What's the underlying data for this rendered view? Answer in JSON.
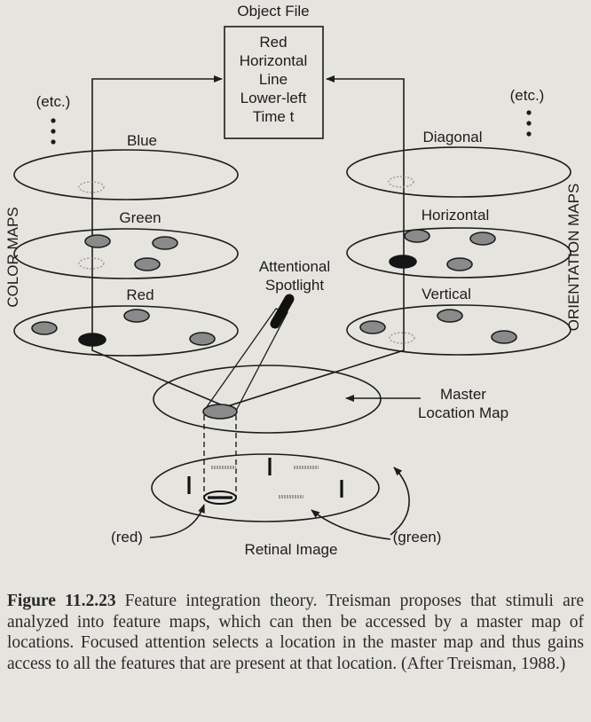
{
  "object_file": {
    "title": "Object File",
    "lines": [
      "Red",
      "Horizontal",
      "Line",
      "Lower-left",
      "Time t"
    ]
  },
  "color_maps": {
    "side_label": "COLOR MAPS",
    "etc": "(etc.)",
    "maps": [
      "Blue",
      "Green",
      "Red"
    ]
  },
  "orientation_maps": {
    "side_label": "ORIENTATION MAPS",
    "etc": "(etc.)",
    "maps": [
      "Diagonal",
      "Horizontal",
      "Vertical"
    ]
  },
  "attentional_spotlight": [
    "Attentional",
    "Spotlight"
  ],
  "master_location_map": [
    "Master",
    "Location Map"
  ],
  "retinal_image": {
    "label": "Retinal Image",
    "red_label": "(red)",
    "green_label": "(green)"
  },
  "caption": {
    "label": "Figure 11.2.23",
    "text": "Feature integration theory. Treisman proposes that stimuli are analyzed into feature maps, which can then be accessed by a master map of locations. Focused attention selects a location in the master map and thus gains access to all the features that are present at that location. (After Treisman, 1988.)"
  }
}
